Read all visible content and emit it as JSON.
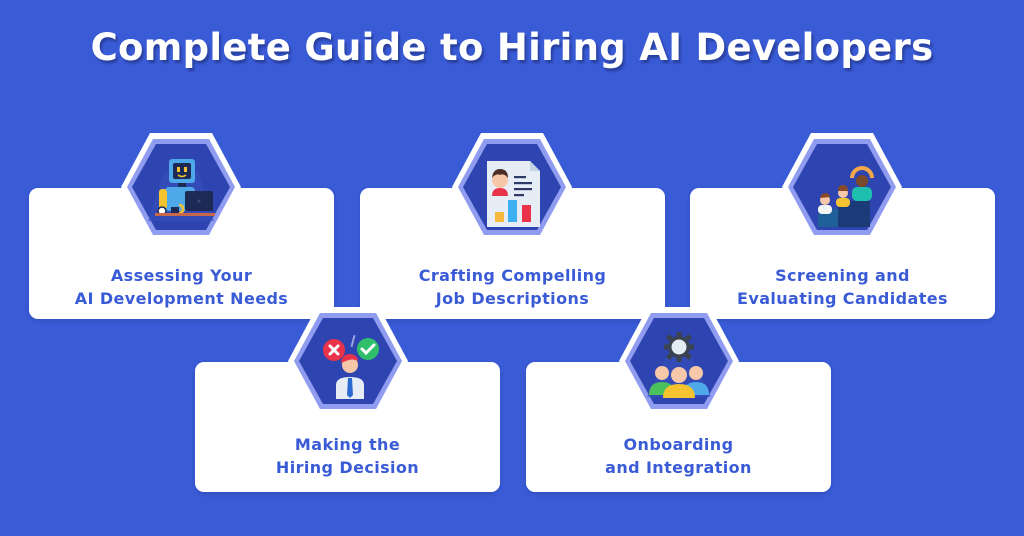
{
  "title": "Complete Guide to Hiring AI Developers",
  "colors": {
    "background": "#3a5bd6",
    "card": "#ffffff",
    "card_text": "#3a5bd6",
    "hex_fill": "#2e44b0",
    "hex_border": "#8f9cf0"
  },
  "steps": [
    {
      "line1": "Assessing Your",
      "line2": "AI Development Needs",
      "icon": "robot-at-laptop-icon"
    },
    {
      "line1": "Crafting Compelling",
      "line2": "Job Descriptions",
      "icon": "resume-document-icon"
    },
    {
      "line1": "Screening and",
      "line2": "Evaluating Candidates",
      "icon": "candidates-podium-icon"
    },
    {
      "line1": "Making the",
      "line2": "Hiring Decision",
      "icon": "decision-person-icon"
    },
    {
      "line1": "Onboarding",
      "line2": "and Integration",
      "icon": "team-gear-icon"
    }
  ]
}
